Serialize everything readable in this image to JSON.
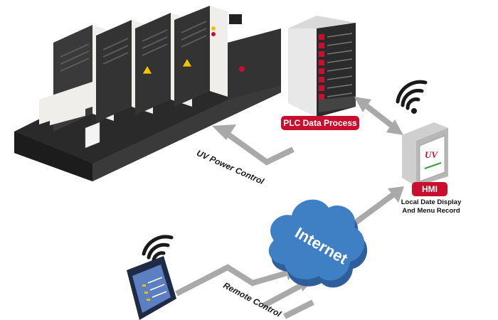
{
  "labels": {
    "plc": "PLC Data Process",
    "hmi": "HMI",
    "hmi_caption_line1": "Local Date Display",
    "hmi_caption_line2": "And Menu Record",
    "uv_power_control": "UV Power Control",
    "remote_control": "Remote Control",
    "internet": "Internet",
    "hmi_screen_logo": "UV"
  },
  "colors": {
    "accent_red": "#c8102e",
    "arrow_gray": "#a9a9a9",
    "cloud_blue": "#3f7fc4",
    "press_dark": "#2b2b2b",
    "panel_white": "#ecebe8"
  },
  "icons": [
    "printing-press-icon",
    "server-rack-icon",
    "hmi-panel-icon",
    "wifi-icon",
    "cloud-icon",
    "tablet-icon"
  ]
}
